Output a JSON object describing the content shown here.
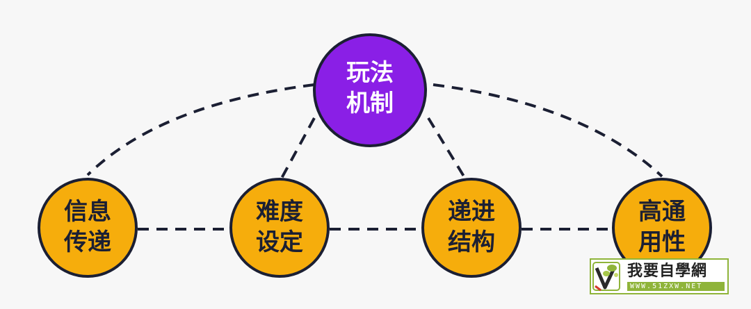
{
  "colors": {
    "background": "#f7f7f7",
    "top_node_fill": "#8a1fe6",
    "bottom_node_fill": "#f6ad0c",
    "node_stroke": "#1b1f33",
    "connector": "#1b1f33"
  },
  "nodes": {
    "top": {
      "line1": "玩法",
      "line2": "机制"
    },
    "n1": {
      "line1": "信息",
      "line2": "传递"
    },
    "n2": {
      "line1": "难度",
      "line2": "设定"
    },
    "n3": {
      "line1": "递进",
      "line2": "结构"
    },
    "n4": {
      "line1": "高通",
      "line2": "用性"
    }
  },
  "watermark": {
    "title": "我要自學網",
    "url": "WWW.51ZXW.NET",
    "logo_icon": "v-leaf-logo-icon"
  }
}
